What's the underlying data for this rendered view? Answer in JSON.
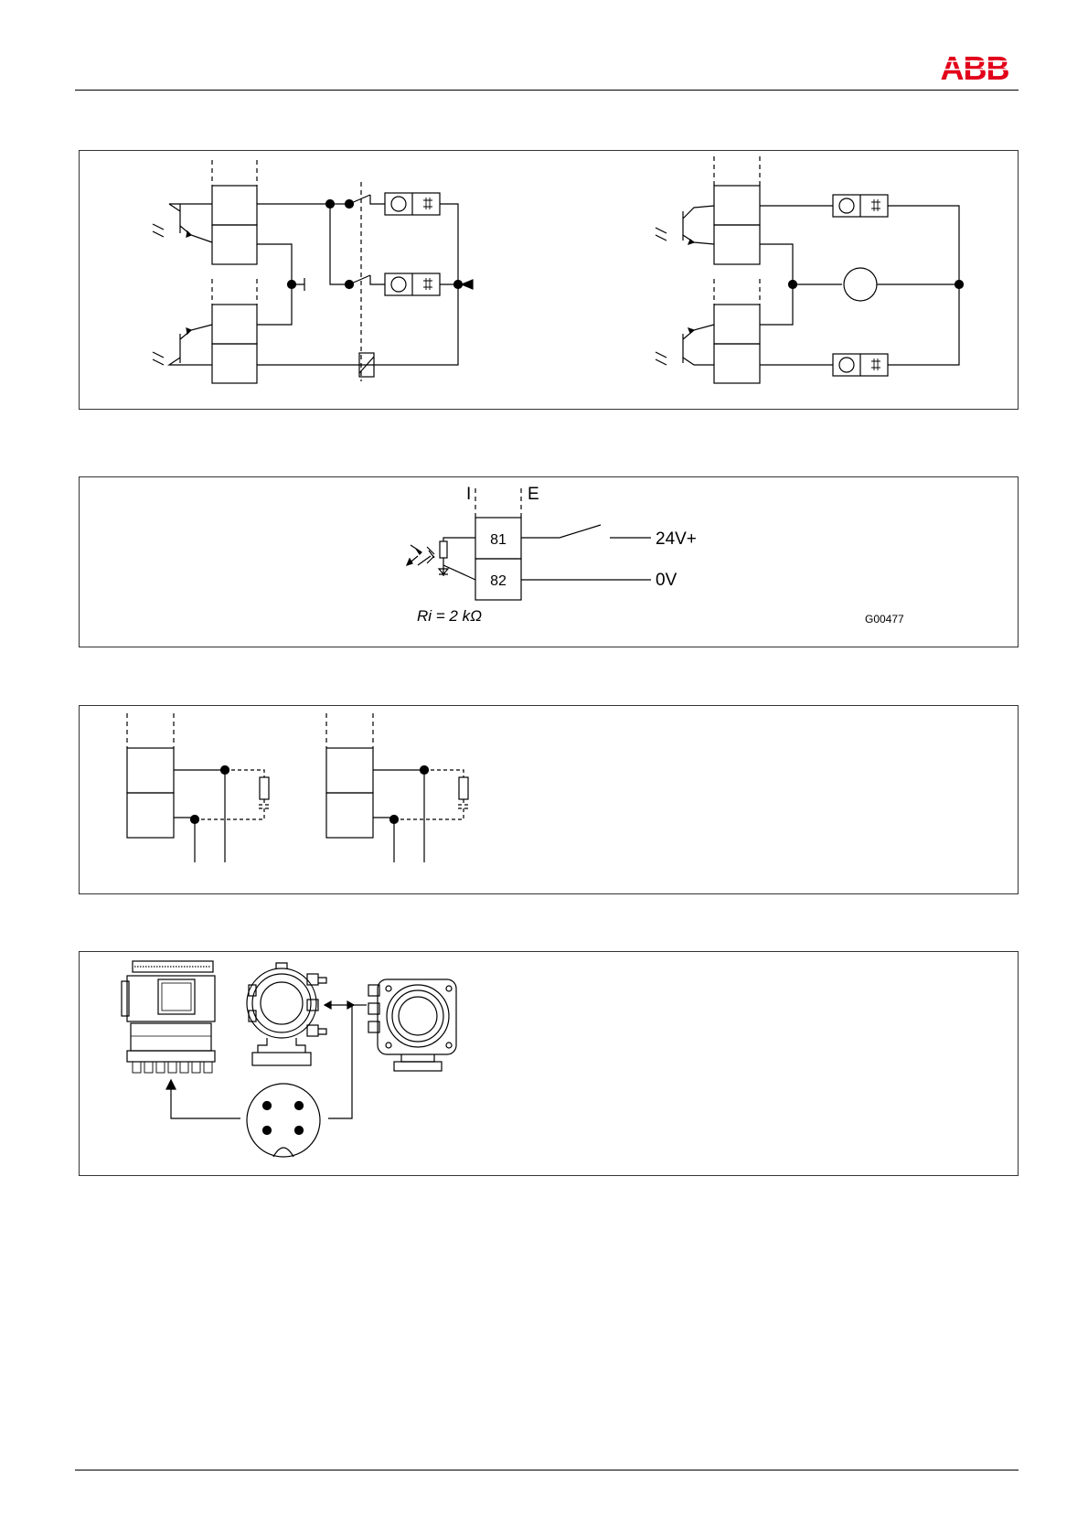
{
  "header": {
    "logo_text": "ABB",
    "brand_color": "#e2001a"
  },
  "circuit": {
    "label_i": "I",
    "label_e": "E",
    "terminal_top": "81",
    "terminal_bottom": "82",
    "supply_positive": "24V+",
    "supply_zero": "0V",
    "resistance_label": "Ri = 2 kΩ",
    "figure_code": "G00477"
  },
  "icons": [
    "photo-transistor-icon",
    "switch-icon",
    "counter-icon",
    "relay-coil-icon",
    "optocoupler-icon",
    "resistor-icon",
    "capacitor-icon",
    "transmitter-housing-icon",
    "sensor-housing-icon",
    "connector-socket-icon"
  ]
}
